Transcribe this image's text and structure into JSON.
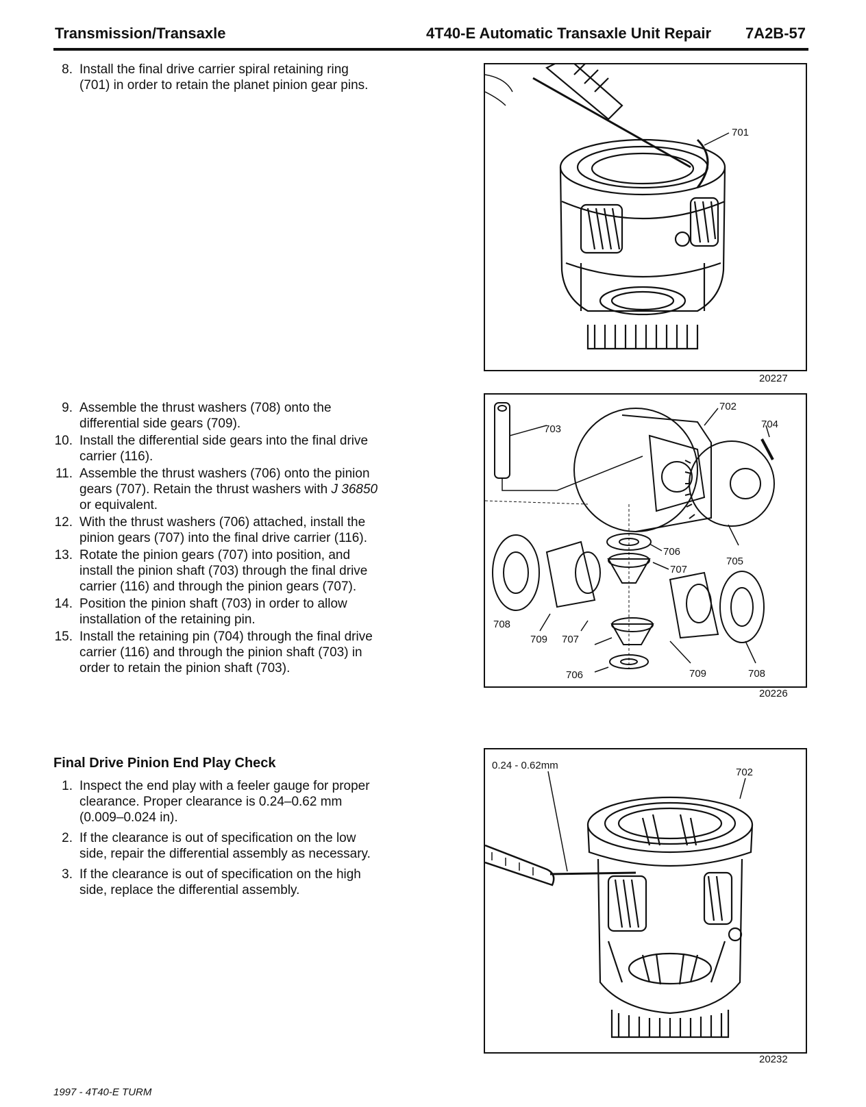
{
  "header": {
    "left": "Transmission/Transaxle",
    "center": "4T40-E Automatic Transaxle Unit Repair",
    "right": "7A2B-57"
  },
  "steps_a": [
    {
      "num": "8.",
      "text": "Install the final drive carrier spiral retaining ring (701) in order to retain the planet pinion gear pins."
    }
  ],
  "steps_b": [
    {
      "num": "9.",
      "text": "Assemble the thrust washers (708) onto the differential side gears (709)."
    },
    {
      "num": "10.",
      "text": "Install the differential side gears into the final drive carrier (116)."
    },
    {
      "num": "11.",
      "text_pre": "Assemble the thrust washers (706) onto the pinion gears (707). Retain the thrust washers with ",
      "tool": "J 36850",
      "text_post": " or equivalent."
    },
    {
      "num": "12.",
      "text": "With the thrust washers (706) attached, install the pinion gears (707) into the final drive carrier (116)."
    },
    {
      "num": "13.",
      "text": "Rotate the pinion gears (707) into position, and install the pinion shaft (703) through the final drive carrier (116) and through the pinion gears (707)."
    },
    {
      "num": "14.",
      "text": "Position the pinion shaft (703) in order to allow installation of the retaining pin."
    },
    {
      "num": "15.",
      "text": "Install the retaining pin (704) through the final drive carrier (116) and through the pinion shaft (703) in order to retain the pinion shaft (703)."
    }
  ],
  "section": {
    "title": "Final Drive Pinion End Play Check",
    "steps": [
      {
        "num": "1.",
        "text": "Inspect the end play with a feeler gauge for proper clearance. Proper clearance is 0.24–0.62 mm (0.009–0.024 in)."
      },
      {
        "num": "2.",
        "text": "If the clearance is out of specification on the low side, repair the differential assembly as necessary."
      },
      {
        "num": "3.",
        "text": "If the clearance is out of specification on the high side, replace the differential assembly."
      }
    ]
  },
  "figures": {
    "fig1": {
      "number": "20227",
      "callouts": [
        "701"
      ]
    },
    "fig2": {
      "number": "20226",
      "callouts": [
        "703",
        "702",
        "704",
        "706",
        "707",
        "705",
        "708",
        "709",
        "707",
        "709",
        "706",
        "708"
      ]
    },
    "fig3": {
      "number": "20232",
      "callouts": [
        "0.24 - 0.62mm",
        "702"
      ]
    }
  },
  "footer": "1997 - 4T40-E TURM"
}
